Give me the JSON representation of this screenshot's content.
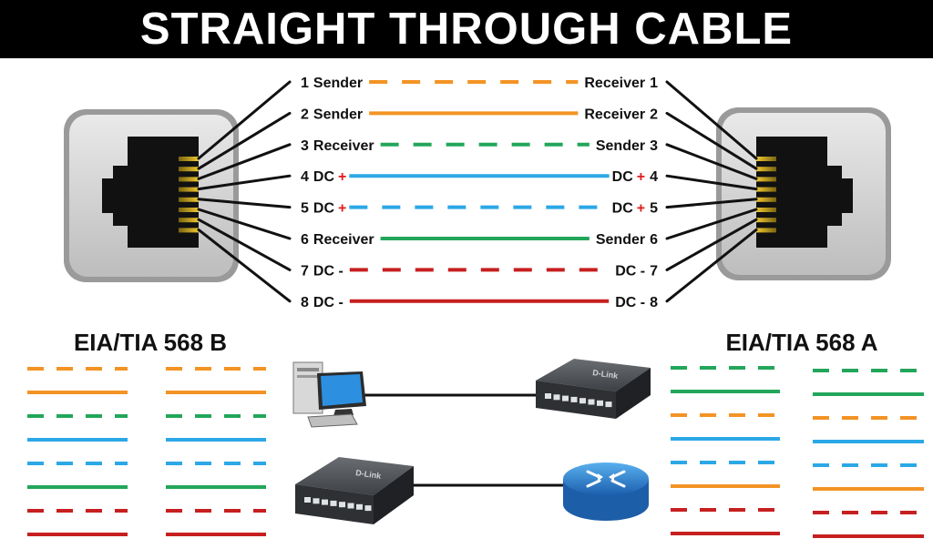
{
  "title": "STRAIGHT THROUGH CABLE",
  "colors": {
    "orange": "#f39324",
    "green": "#22a65a",
    "blue": "#2ba8e6",
    "red": "#c71f1f",
    "plus": "#e31b1b"
  },
  "pins": [
    {
      "left_num": "1",
      "left_label": "Sender",
      "right_label": "Receiver",
      "right_num": "1",
      "color": "orange",
      "dashed": true
    },
    {
      "left_num": "2",
      "left_label": "Sender",
      "right_label": "Receiver",
      "right_num": "2",
      "color": "orange",
      "dashed": false
    },
    {
      "left_num": "3",
      "left_label": "Receiver",
      "right_label": "Sender",
      "right_num": "3",
      "color": "green",
      "dashed": true
    },
    {
      "left_num": "4",
      "left_label": "DC",
      "left_sign": "+",
      "right_label": "DC",
      "right_sign": "+",
      "right_num": "4",
      "color": "blue",
      "dashed": false
    },
    {
      "left_num": "5",
      "left_label": "DC",
      "left_sign": "+",
      "right_label": "DC",
      "right_sign": "+",
      "right_num": "5",
      "color": "blue",
      "dashed": true
    },
    {
      "left_num": "6",
      "left_label": "Receiver",
      "right_label": "Sender",
      "right_num": "6",
      "color": "green",
      "dashed": false
    },
    {
      "left_num": "7",
      "left_label": "DC -",
      "right_label": "DC -",
      "right_num": "7",
      "color": "red",
      "dashed": true
    },
    {
      "left_num": "8",
      "left_label": "DC -",
      "right_label": "DC -",
      "right_num": "8",
      "color": "red",
      "dashed": false
    }
  ],
  "standards": {
    "b_title": "EIA/TIA 568 B",
    "a_title": "EIA/TIA 568 A",
    "b_wires": [
      {
        "color": "orange",
        "dashed": true
      },
      {
        "color": "orange",
        "dashed": false
      },
      {
        "color": "green",
        "dashed": true
      },
      {
        "color": "blue",
        "dashed": false
      },
      {
        "color": "blue",
        "dashed": true
      },
      {
        "color": "green",
        "dashed": false
      },
      {
        "color": "red",
        "dashed": true
      },
      {
        "color": "red",
        "dashed": false
      }
    ],
    "a_wires": [
      {
        "color": "green",
        "dashed": true
      },
      {
        "color": "green",
        "dashed": false
      },
      {
        "color": "orange",
        "dashed": true
      },
      {
        "color": "blue",
        "dashed": false
      },
      {
        "color": "blue",
        "dashed": true
      },
      {
        "color": "orange",
        "dashed": false
      },
      {
        "color": "red",
        "dashed": true
      },
      {
        "color": "red",
        "dashed": false
      }
    ]
  },
  "devices": {
    "pc_icon": "desktop-computer-icon",
    "switch_icon": "network-switch-icon",
    "router_icon": "router-icon",
    "switch_brand": "D-Link"
  }
}
